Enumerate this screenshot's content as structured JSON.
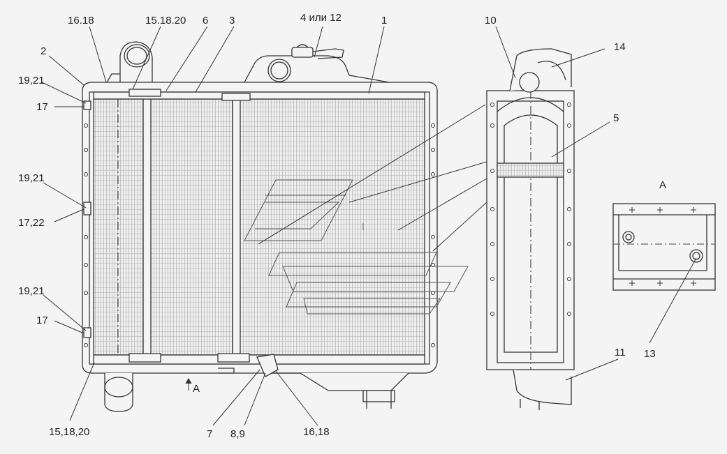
{
  "labels": {
    "l_16_18_top": "16.18",
    "l_15_18_20_top": "15.18.20",
    "l_6": "6",
    "l_3": "3",
    "l_4_12": "4 или 12",
    "l_1": "1",
    "l_10": "10",
    "l_14": "14",
    "l_2": "2",
    "l_19_21_a": "19,21",
    "l_17_a": "17",
    "l_19_21_b": "19,21",
    "l_17_22": "17,22",
    "l_19_21_c": "19,21",
    "l_17_b": "17",
    "l_5": "5",
    "l_A_view": "А",
    "l_11": "11",
    "l_13": "13",
    "l_A_arrow": "А",
    "l_15_18_20_bot": "15,18,20",
    "l_7": "7",
    "l_8_9": "8,9",
    "l_16_18_bot": "16,18"
  }
}
